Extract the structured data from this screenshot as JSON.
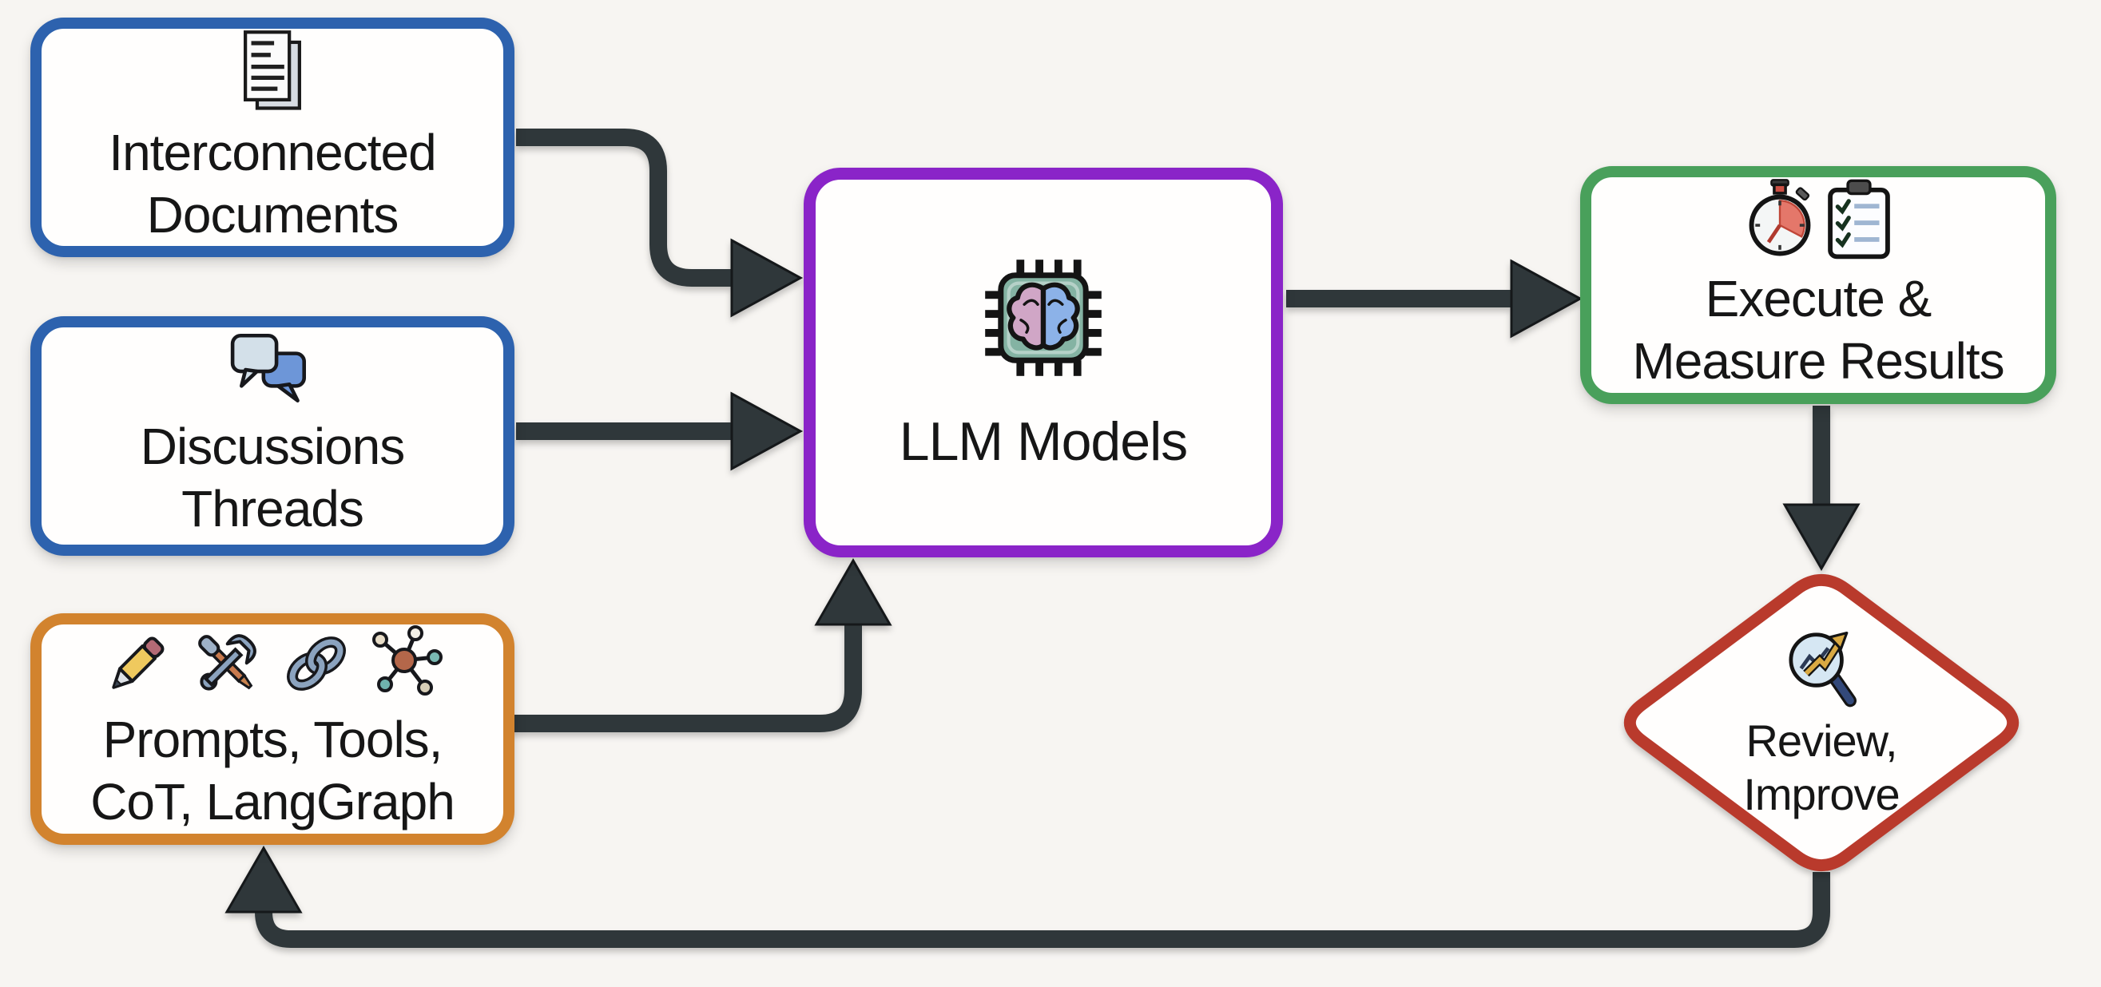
{
  "diagram_title": "LLM workflow flowchart",
  "boxes": {
    "docs": {
      "line1": "Interconnected",
      "line2": "Documents",
      "border": "#2d62ae",
      "shape": "rounded-rect"
    },
    "threads": {
      "line1": "Discussions",
      "line2": "Threads",
      "border": "#2d62ae",
      "shape": "rounded-rect"
    },
    "prompts": {
      "line1": "Prompts, Tools,",
      "line2": "CoT, LangGraph",
      "border": "#d2832e",
      "shape": "rounded-rect"
    },
    "llm": {
      "line1": "LLM Models",
      "border": "#8a24c8",
      "shape": "rounded-rect"
    },
    "execute": {
      "line1": "Execute &",
      "line2": "Measure Results",
      "border": "#49a05b",
      "shape": "rounded-rect"
    },
    "review": {
      "line1": "Review,",
      "line2": "Improve",
      "border": "#b93a2c",
      "shape": "diamond"
    }
  },
  "edges": [
    {
      "from": "interconnected-documents",
      "to": "llm-models"
    },
    {
      "from": "discussions-threads",
      "to": "llm-models"
    },
    {
      "from": "prompts-tools-cot-langgraph",
      "to": "llm-models"
    },
    {
      "from": "llm-models",
      "to": "execute-measure-results"
    },
    {
      "from": "execute-measure-results",
      "to": "review-improve"
    },
    {
      "from": "review-improve",
      "to": "prompts-tools-cot-langgraph"
    }
  ],
  "icons": {
    "documents-icon": "stacked document pages with text lines",
    "chat-bubbles-icon": "two overlapping speech bubbles",
    "pencil-icon": "pencil",
    "tools-icon": "crossed wrench and screwdriver",
    "chain-link-icon": "interlocked chain links",
    "graph-network-icon": "network node graph",
    "chip-brain-icon": "processor chip with pink/blue brain",
    "stopwatch-icon": "stopwatch with red elapsed sector",
    "clipboard-checklist-icon": "clipboard with checklist",
    "magnifier-trend-icon": "magnifying glass with rising trend arrow"
  },
  "colors": {
    "background": "#f7f5f2",
    "node_fill": "#fffefd",
    "arrow": "#2f373a",
    "blue": "#2d62ae",
    "orange": "#d2832e",
    "purple": "#8a24c8",
    "green": "#49a05b",
    "red": "#b93a2c",
    "text": "#161616"
  }
}
